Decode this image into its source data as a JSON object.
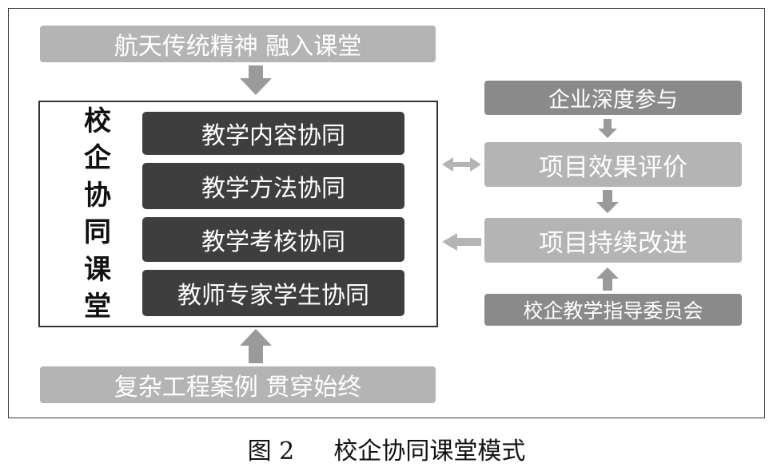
{
  "top_banner": "航天传统精神 融入课堂",
  "bottom_banner": "复杂工程案例 贯穿始终",
  "main_title_chars": [
    "校",
    "企",
    "协",
    "同",
    "课",
    "堂"
  ],
  "coop_items": [
    "教学内容协同",
    "教学方法协同",
    "教学考核协同",
    "教师专家学生协同"
  ],
  "right_boxes": {
    "enterprise": "企业深度参与",
    "evaluation": "项目效果评价",
    "improvement": "项目持续改进",
    "committee": "校企教学指导委员会"
  },
  "caption": "图 2　  校企协同课堂模式"
}
